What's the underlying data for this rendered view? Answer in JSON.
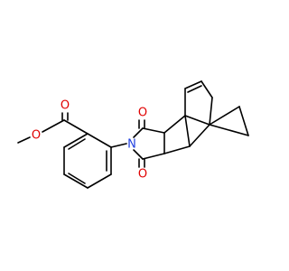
{
  "colors": {
    "bond": "#000000",
    "oxygen": "#e00000",
    "nitrogen": "#2040e0",
    "background": "#ffffff"
  },
  "atoms": {
    "O_methoxy": "O",
    "O_ester_carbonyl": "O",
    "N_imide": "N",
    "O_imide_top": "O",
    "O_imide_bottom": "O"
  }
}
